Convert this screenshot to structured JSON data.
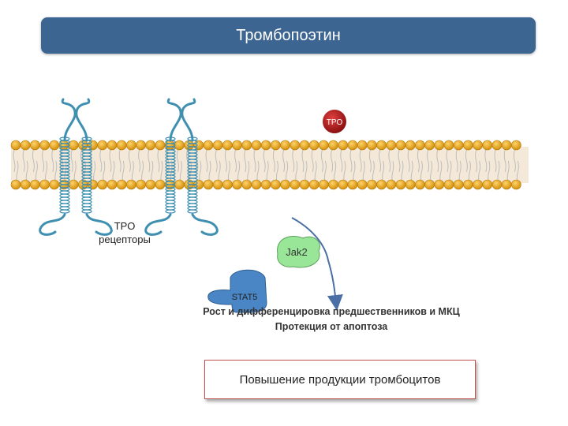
{
  "title": "Тромбопоэтин",
  "membrane": {
    "lipid_head_color": "#e8a317",
    "tail_color": "#d9d9d9"
  },
  "tpo": {
    "label": "TPO",
    "color": "#b22222"
  },
  "receptor": {
    "label_line1": "TPO",
    "label_line2": "рецепторы",
    "color": "#3f8fb0"
  },
  "jak2": {
    "label": "Jak2",
    "color": "#99e699"
  },
  "stat5": {
    "label": "STAT5",
    "color": "#4a86c5"
  },
  "effects": {
    "line1": "Рост и дифференцировка предшественников и МКЦ",
    "line2": "Протекция от апоптоза"
  },
  "result": {
    "label": "Повышение продукции тромбоцитов",
    "border_color": "#c0504d"
  }
}
